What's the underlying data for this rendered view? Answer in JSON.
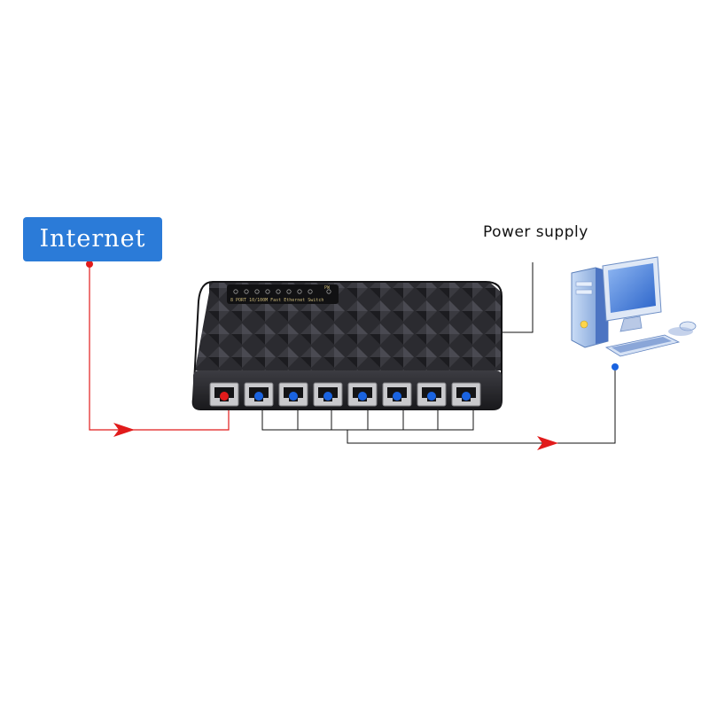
{
  "labels": {
    "internet": "Internet",
    "power_supply": "Power supply",
    "switch_model": "8 PORT 10/100M Fast Ethernet Switch",
    "switch_power_led": "PW"
  },
  "colors": {
    "internet_box": "#2b7bd8",
    "uplink_line": "#e11b1b",
    "lan_line": "#1a63e0",
    "switch_body": "#2a2a2e",
    "uplink_port_dot": "#e11b1b",
    "lan_port_dot": "#1a63e0"
  },
  "ports": [
    {
      "id": 1,
      "role": "uplink"
    },
    {
      "id": 2,
      "role": "lan"
    },
    {
      "id": 3,
      "role": "lan"
    },
    {
      "id": 4,
      "role": "lan"
    },
    {
      "id": 5,
      "role": "lan"
    },
    {
      "id": 6,
      "role": "lan"
    },
    {
      "id": 7,
      "role": "lan"
    },
    {
      "id": 8,
      "role": "lan"
    }
  ],
  "icons": {
    "computer": "desktop-computer-icon",
    "switch": "network-switch-icon"
  }
}
